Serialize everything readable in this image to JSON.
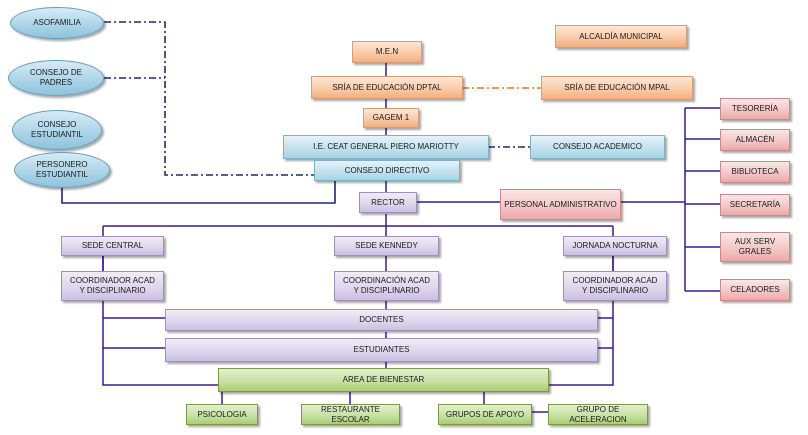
{
  "left_ovals": [
    {
      "label": "ASOFAMILIA"
    },
    {
      "label": "CONSEJO DE PADRES"
    },
    {
      "label": "CONSEJO ESTUDIANTIL"
    },
    {
      "label": "PERSONERO ESTUDIANTIL"
    }
  ],
  "government": {
    "men": "M.E.N",
    "alcaldia": "ALCALDÍA MUNICIPAL",
    "sria_dptal": "SRÍA DE EDUCACIÓN DPTAL",
    "sria_mpal": "SRÍA DE EDUCACIÓN MPAL",
    "gagem": "GAGEM 1"
  },
  "institution": {
    "ie_name": "I.E. CEAT GENERAL PIERO MARIOTTY",
    "consejo_academico": "CONSEJO ACADEMICO",
    "consejo_directivo": "CONSEJO DIRECTIVO",
    "rector": "RECTOR",
    "personal_admin": "PERSONAL ADMINISTRATIVO"
  },
  "admin_staff": [
    {
      "label": "TESORERÍA"
    },
    {
      "label": "ALMACÉN"
    },
    {
      "label": "BIBLIOTECA"
    },
    {
      "label": "SECRETARÍA"
    },
    {
      "label": "AUX SERV GRALES"
    },
    {
      "label": "CELADORES"
    }
  ],
  "sedes": [
    {
      "name": "SEDE CENTRAL",
      "coord": "COORDINADOR ACAD Y DISCIPLINARIO"
    },
    {
      "name": "SEDE KENNEDY",
      "coord": "COORDINACIÓN ACAD Y DISCIPLINARIO"
    },
    {
      "name": "JORNADA NOCTURNA",
      "coord": "COORDINADOR ACAD Y DISCIPLINARIO"
    }
  ],
  "shared": {
    "docentes": "DOCENTES",
    "estudiantes": "ESTUDIANTES",
    "bienestar": "AREA DE BIENESTAR"
  },
  "bienestar_units": [
    {
      "label": "PSICOLOGIA"
    },
    {
      "label": "RESTAURANTE ESCOLAR"
    },
    {
      "label": "GRUPOS DE APOYO"
    },
    {
      "label": "GRUPO DE  ACELERACION"
    }
  ],
  "colors": {
    "solid_line": "#3b1a8c",
    "dashed_dark": "#1f2a6b",
    "dashed_orange": "#e07a1f"
  }
}
